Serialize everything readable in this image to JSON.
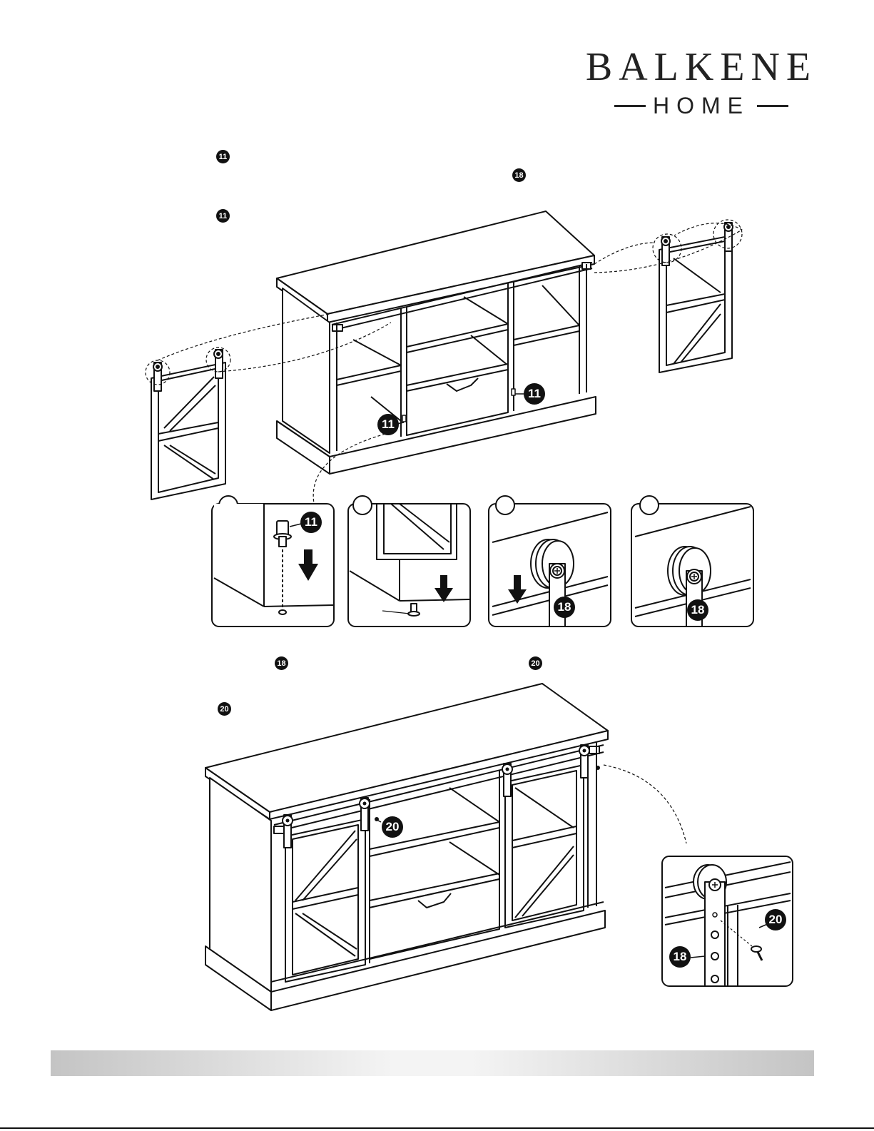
{
  "brand": {
    "name": "BALKENE",
    "sub": "HOME"
  },
  "step_a": {
    "badge_line1": "11",
    "badge_line1_right": "18",
    "badge_line2": "11"
  },
  "diagram_a": {
    "callout_left": "11",
    "callout_right": "11"
  },
  "details": {
    "detail1": "11",
    "detail3": "18",
    "detail4": "18"
  },
  "step_b": {
    "badge_line1": "18",
    "badge_line1_right": "20",
    "badge_line2": "20"
  },
  "diagram_b": {
    "callout_center": "20",
    "detail_screw": "20",
    "detail_plate": "18"
  }
}
